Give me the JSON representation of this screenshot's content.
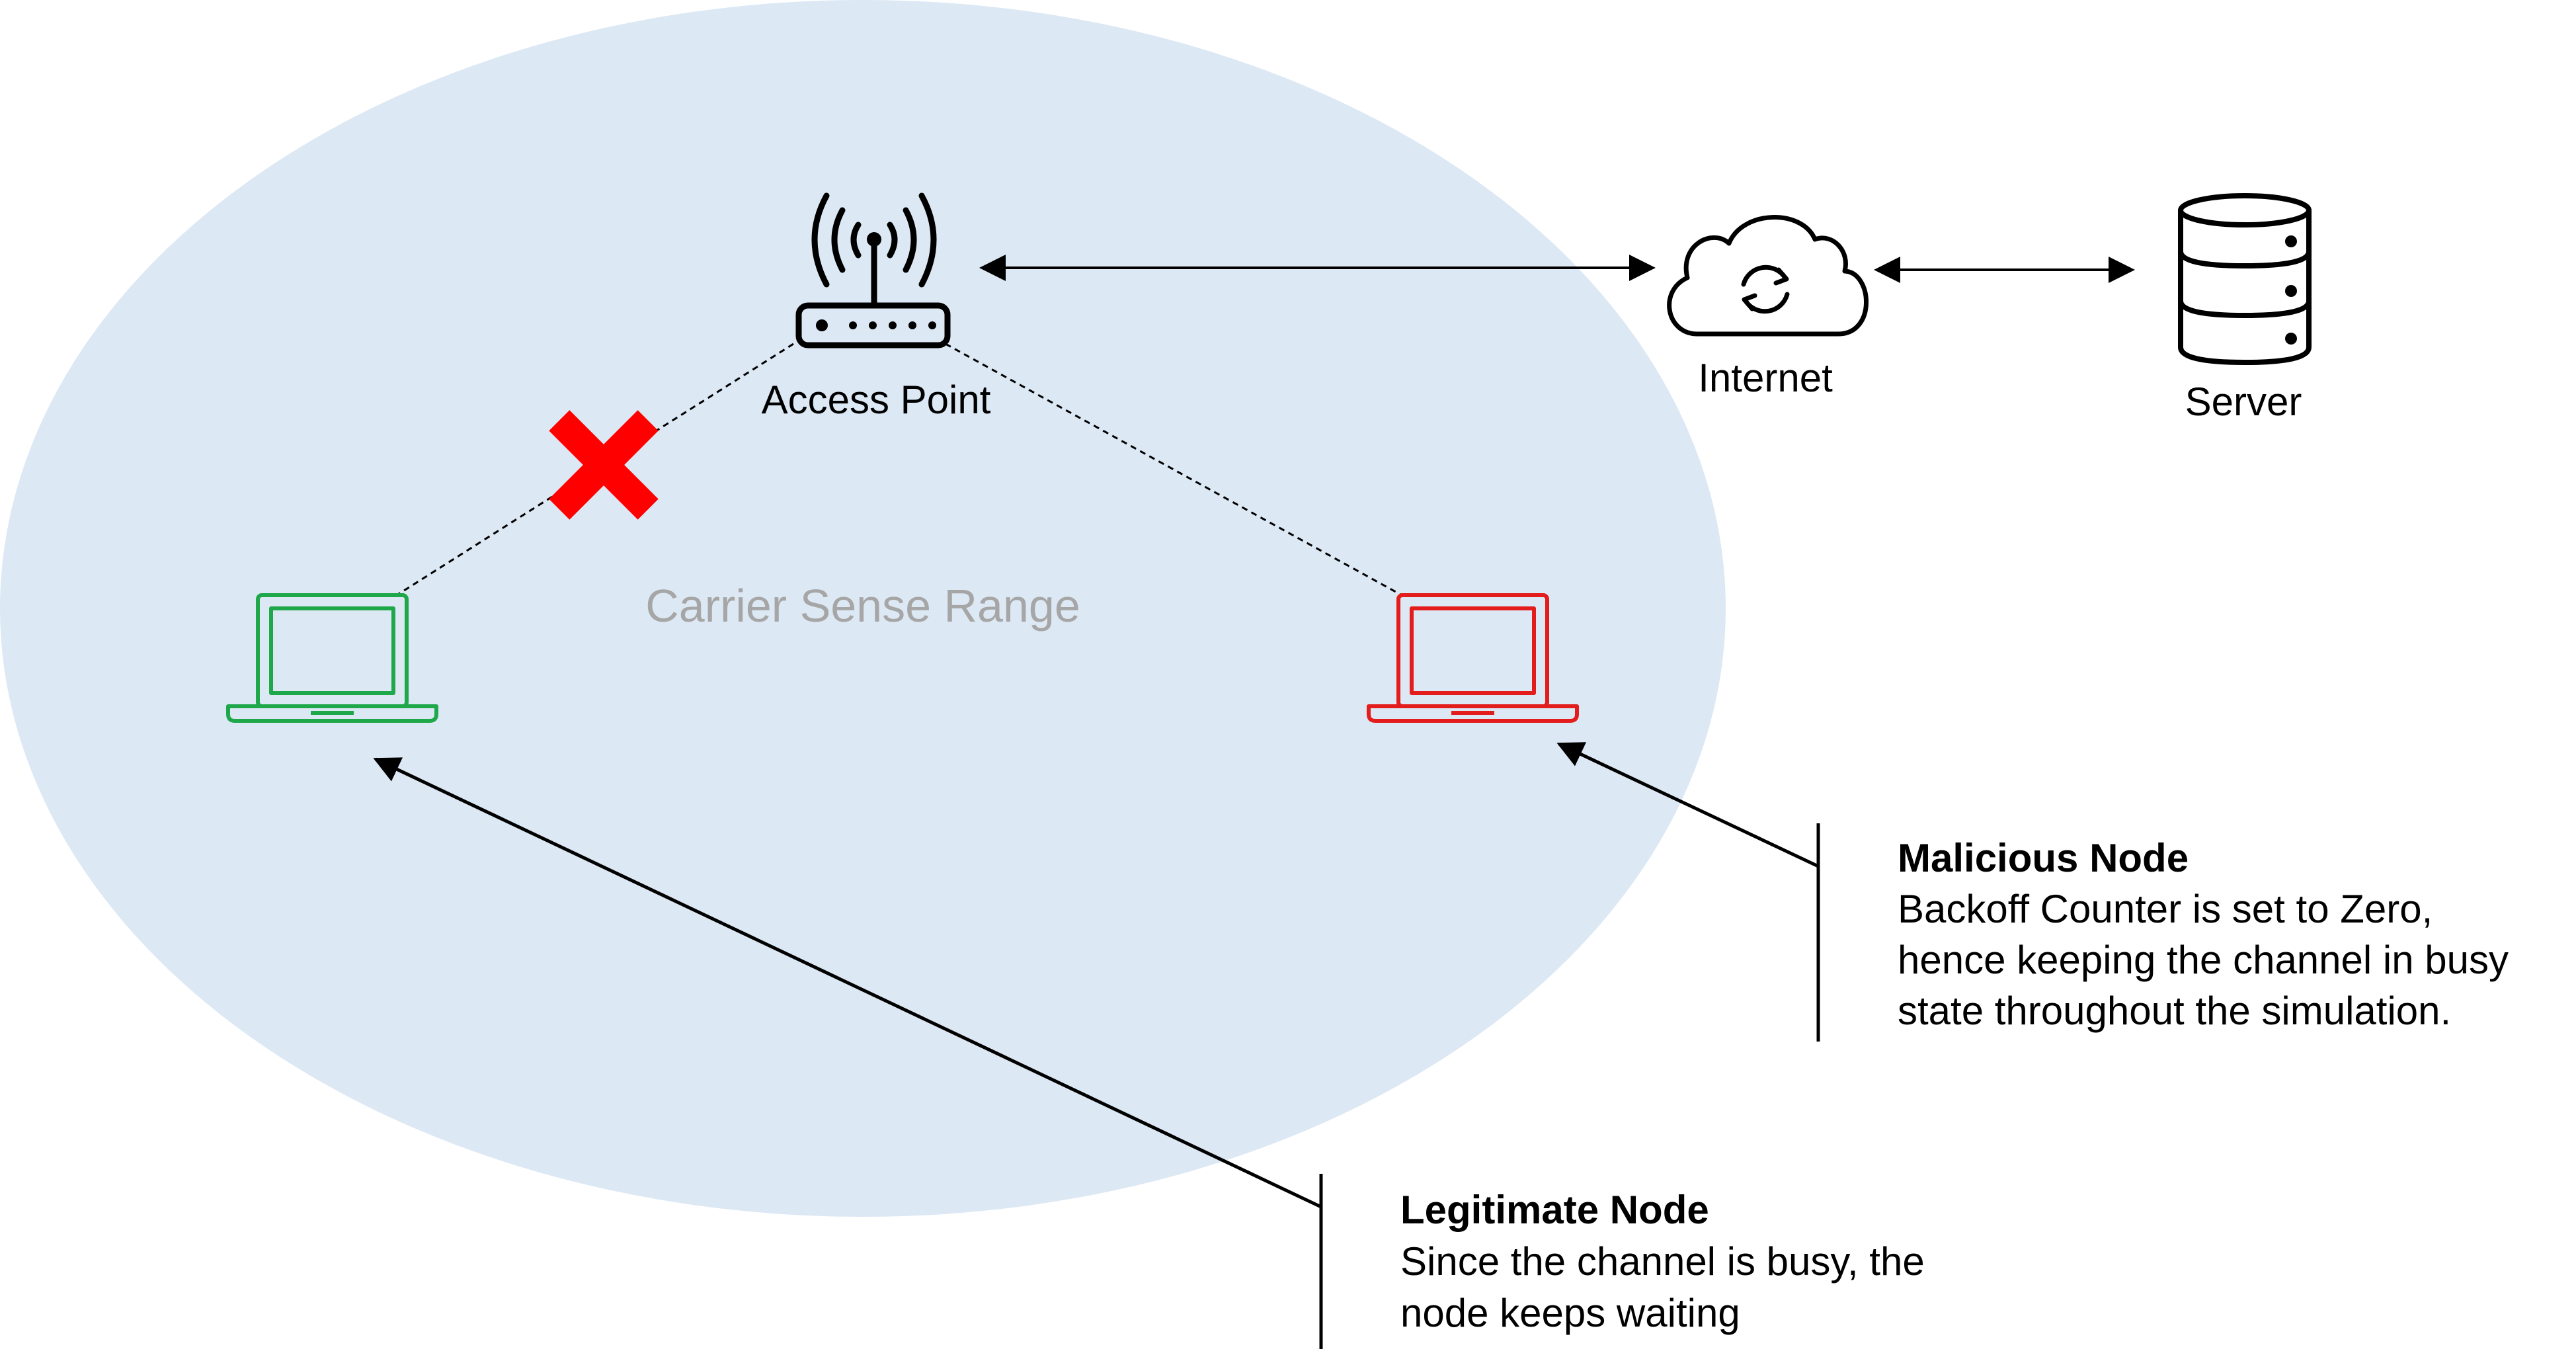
{
  "diagram": {
    "range_label": "Carrier Sense Range",
    "nodes": {
      "access_point": "Access Point",
      "internet": "Internet",
      "server": "Server"
    },
    "annotations": {
      "malicious": {
        "title": "Malicious Node",
        "lines": [
          "Backoff Counter is set to Zero,",
          "hence keeping the channel in busy",
          "state throughout the simulation."
        ]
      },
      "legitimate": {
        "title": "Legitimate Node",
        "lines": [
          "Since the channel is busy, the",
          "node keeps waiting"
        ]
      }
    },
    "colors": {
      "range_fill": "#dce8f4",
      "range_text": "#a6a6a6",
      "legit_laptop": "#1fa84a",
      "malicious_laptop": "#e31c1c",
      "blocked_mark": "#ff0000",
      "icon_stroke": "#000000"
    },
    "icons": {
      "access_point": "wifi-router-icon",
      "internet": "cloud-sync-icon",
      "server": "database-server-icon",
      "legit_node": "laptop-icon",
      "malicious_node": "laptop-icon",
      "blocked": "cross-icon"
    }
  }
}
